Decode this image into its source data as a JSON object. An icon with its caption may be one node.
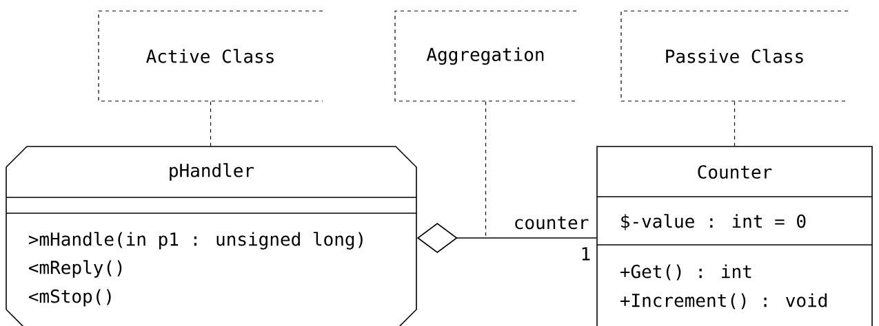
{
  "diagram": {
    "nodes": [
      {
        "text": [
          "Active Class"
        ]
      },
      {
        "text": [
          "Aggregation"
        ]
      },
      {
        "text": [
          "Passive Class"
        ]
      },
      {
        "text": [
          "pHandler",
          ">mHandle(in p1 : unsigned long)",
          "<mReply()",
          "<mStop()"
        ]
      },
      {
        "text": [
          "Counter",
          "$-value : int = 0",
          "+Get() : int",
          "+Increment() : void"
        ]
      }
    ],
    "edges": [
      {
        "from": 0,
        "to": 3,
        "arrow": "none",
        "style": "dashed"
      },
      {
        "from": 1,
        "to": null,
        "arrow": "none",
        "style": "dashed"
      },
      {
        "from": 2,
        "to": 4,
        "arrow": "none",
        "style": "dashed"
      },
      {
        "from": 3,
        "to": 4,
        "arrow": "other",
        "label": "counter"
      }
    ],
    "labels": [
      "1"
    ]
  }
}
